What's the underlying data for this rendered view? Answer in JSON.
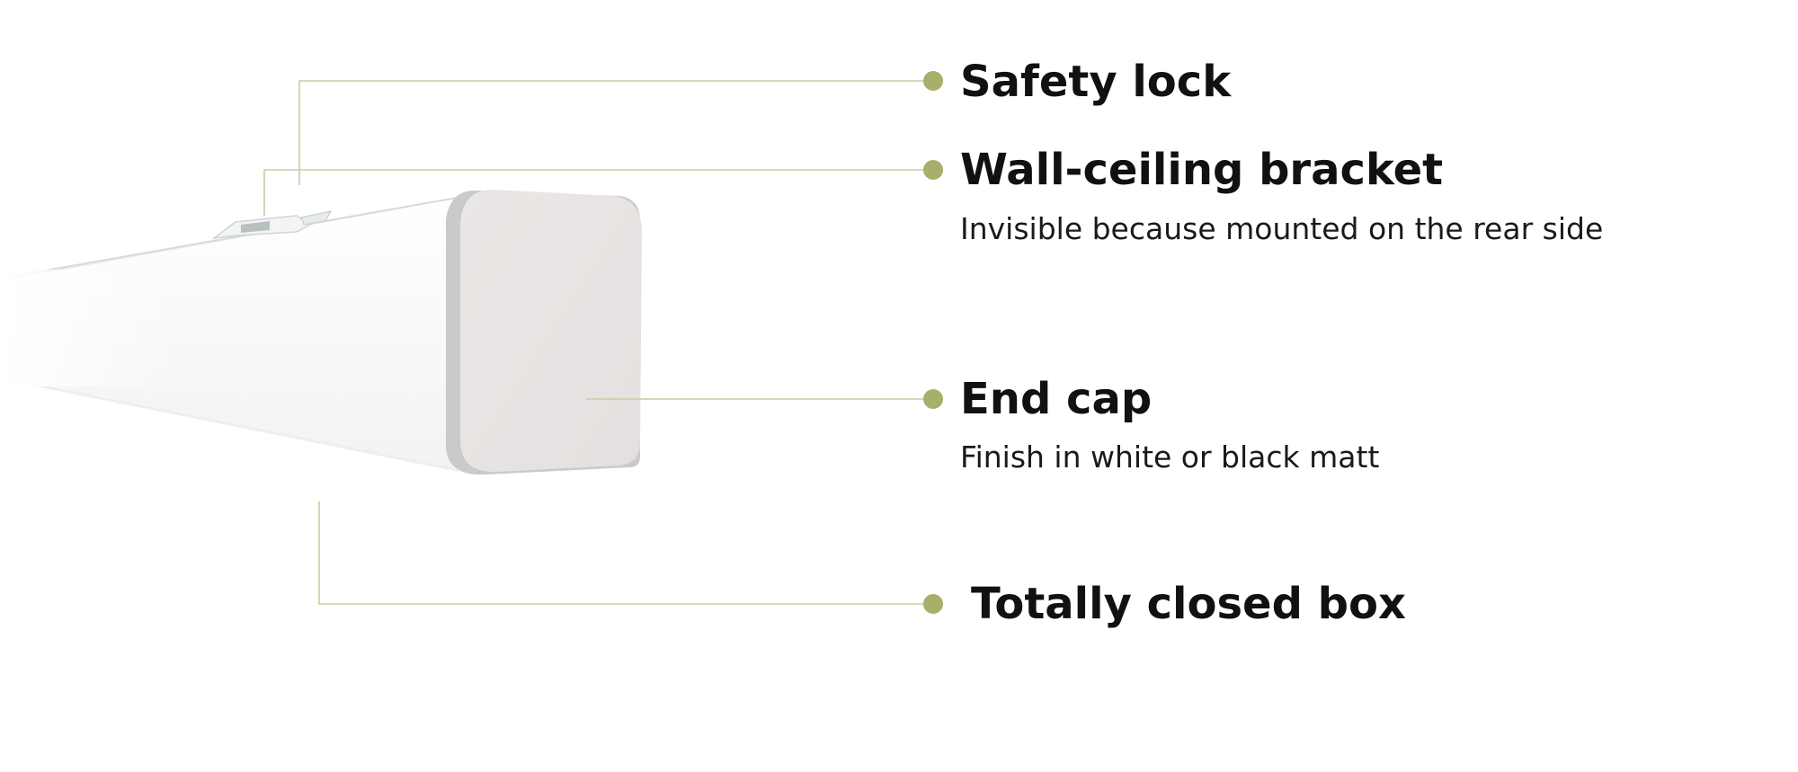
{
  "colors": {
    "leader_line": "#c9cca0",
    "dot": "#a7af6b",
    "end_cap_face": "#e8e4e3",
    "end_cap_edge": "#c8c8c8",
    "title_text": "#111111"
  },
  "callouts": [
    {
      "title": "Safety lock"
    },
    {
      "title": "Wall-ceiling bracket",
      "description": "Invisible because mounted on the rear side"
    },
    {
      "title": "End cap",
      "description": "Finish in white or black matt"
    },
    {
      "title": "Totally closed box"
    }
  ]
}
